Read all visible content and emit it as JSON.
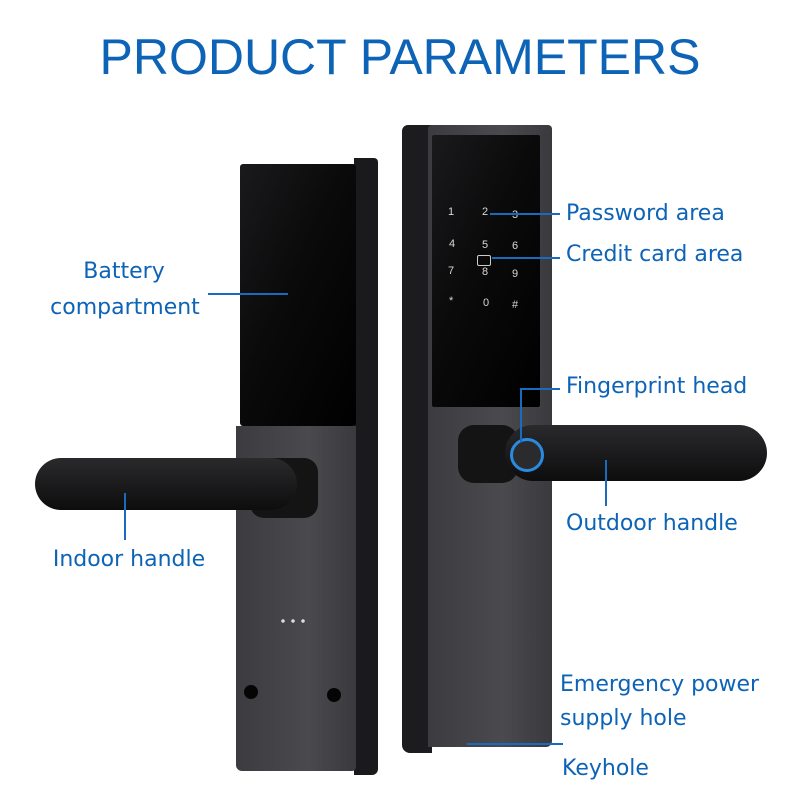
{
  "title": "PRODUCT PARAMETERS",
  "labels": {
    "password": "Password area",
    "credit_card": "Credit card area",
    "fingerprint": "Fingerprint head",
    "outdoor_handle": "Outdoor handle",
    "battery_1": "Battery",
    "battery_2": "compartment",
    "indoor_handle": "Indoor handle",
    "emergency_1": "Emergency power",
    "emergency_2": "supply hole",
    "keyhole": "Keyhole"
  },
  "keypad": [
    "1",
    "2",
    "3",
    "4",
    "5",
    "6",
    "7",
    "8",
    "9",
    "*",
    "0",
    "#"
  ],
  "colors": {
    "accent": "#0d63b5",
    "fingerprint_ring": "#2a8ae0"
  }
}
